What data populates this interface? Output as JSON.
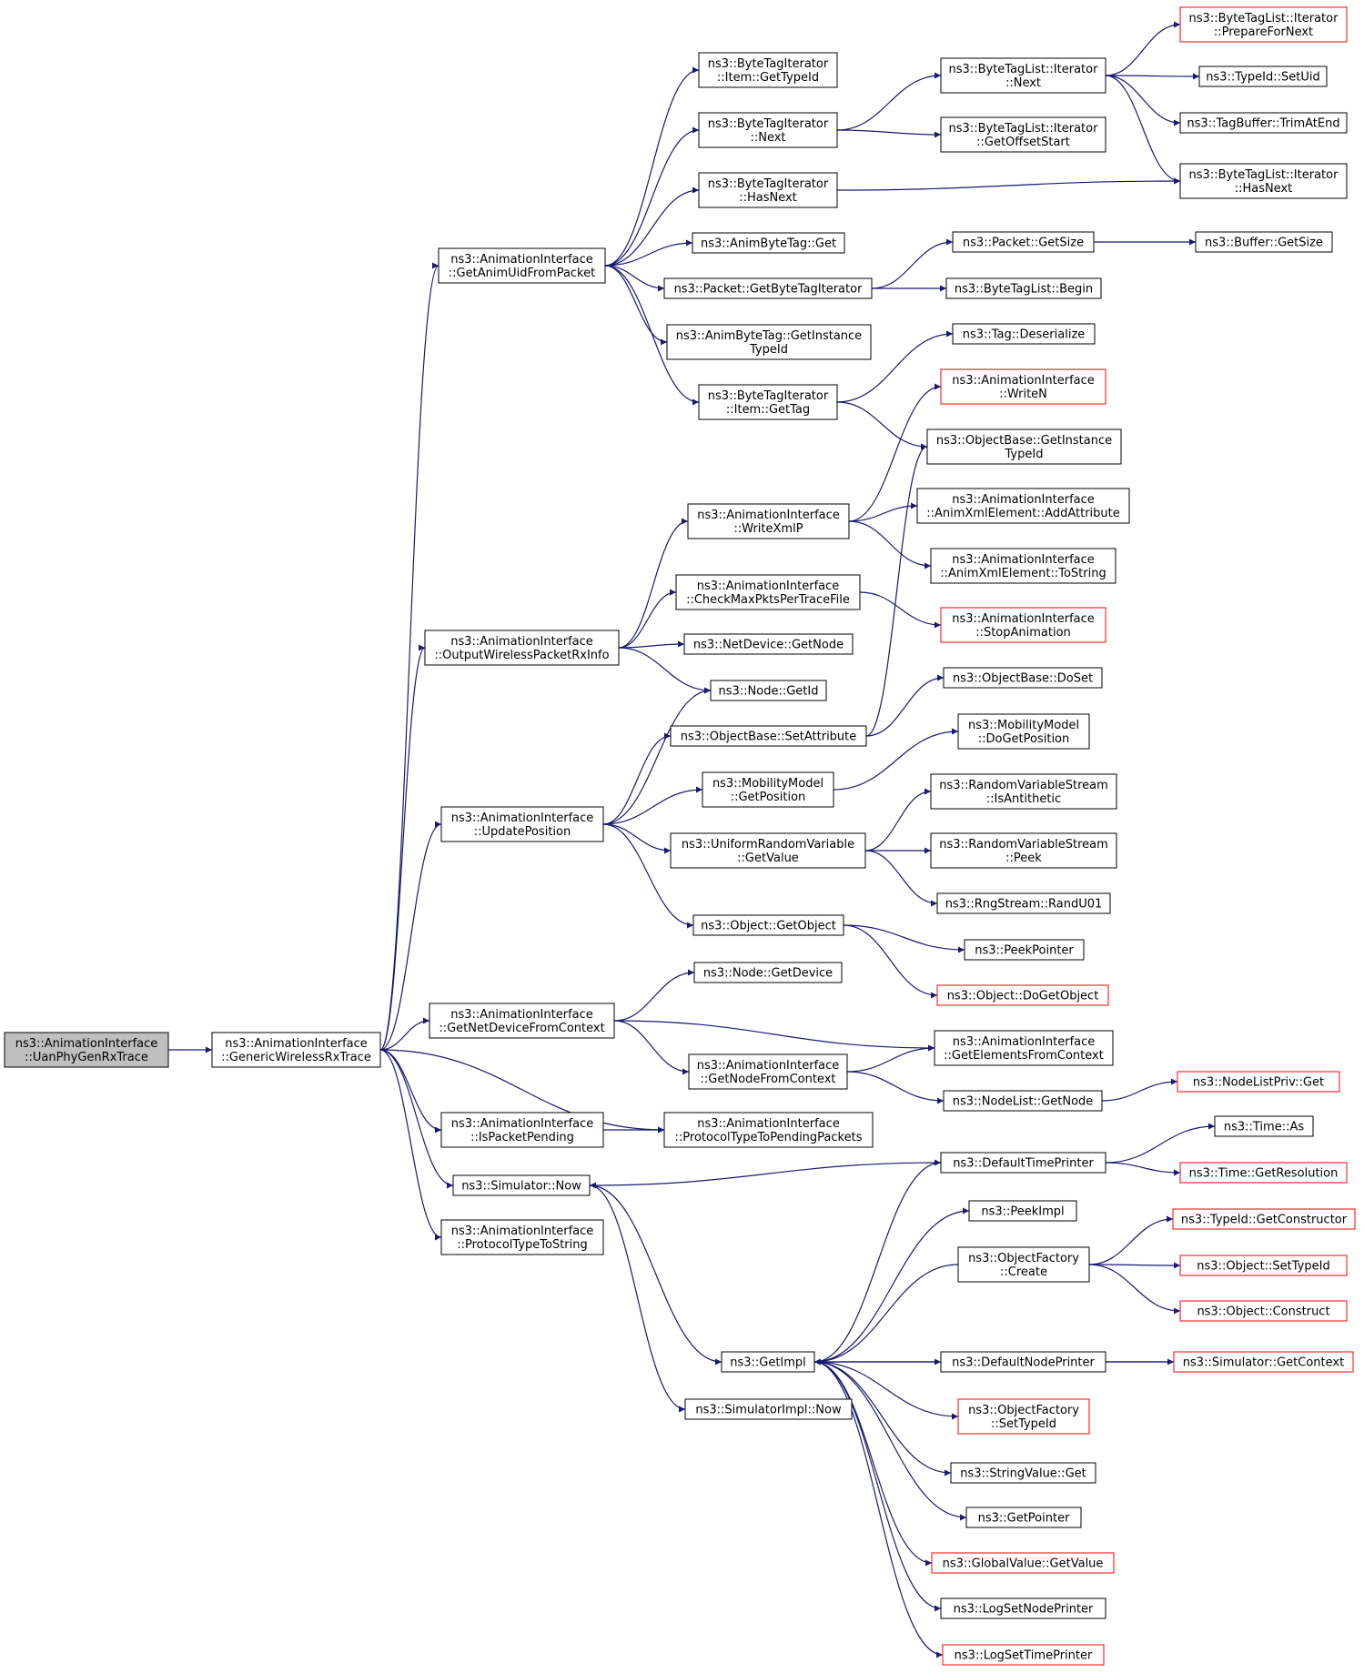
{
  "colors": {
    "edge": "#191970",
    "node_border": "#000000",
    "node_border_truncated": "#ff0000",
    "root_fill": "#bfbfbf",
    "node_fill": "#ffffff"
  },
  "nodes": [
    {
      "id": "uan",
      "lines": [
        "ns3::AnimationInterface",
        "::UanPhyGenRxTrace"
      ],
      "root": true
    },
    {
      "id": "gwr",
      "lines": [
        "ns3::AnimationInterface",
        "::GenericWirelessRxTrace"
      ]
    },
    {
      "id": "gau",
      "lines": [
        "ns3::AnimationInterface",
        "::GetAnimUidFromPacket"
      ]
    },
    {
      "id": "owp",
      "lines": [
        "ns3::AnimationInterface",
        "::OutputWirelessPacketRxInfo"
      ]
    },
    {
      "id": "upd",
      "lines": [
        "ns3::AnimationInterface",
        "::UpdatePosition"
      ]
    },
    {
      "id": "gnd",
      "lines": [
        "ns3::AnimationInterface",
        "::GetNetDeviceFromContext"
      ]
    },
    {
      "id": "ipp",
      "lines": [
        "ns3::AnimationInterface",
        "::IsPacketPending"
      ]
    },
    {
      "id": "snw",
      "lines": [
        "ns3::Simulator::Now"
      ]
    },
    {
      "id": "pts",
      "lines": [
        "ns3::AnimationInterface",
        "::ProtocolTypeToString"
      ]
    },
    {
      "id": "bti_git",
      "lines": [
        "ns3::ByteTagIterator",
        "::Item::GetTypeId"
      ]
    },
    {
      "id": "bti_nx",
      "lines": [
        "ns3::ByteTagIterator",
        "::Next"
      ]
    },
    {
      "id": "bti_hn",
      "lines": [
        "ns3::ByteTagIterator",
        "::HasNext"
      ]
    },
    {
      "id": "abt_get",
      "lines": [
        "ns3::AnimByteTag::Get"
      ]
    },
    {
      "id": "pk_gbti",
      "lines": [
        "ns3::Packet::GetByteTagIterator"
      ]
    },
    {
      "id": "abt_gitid",
      "lines": [
        "ns3::AnimByteTag::GetInstance",
        "TypeId"
      ]
    },
    {
      "id": "bti_gtag",
      "lines": [
        "ns3::ByteTagIterator",
        "::Item::GetTag"
      ]
    },
    {
      "id": "wxp",
      "lines": [
        "ns3::AnimationInterface",
        "::WriteXmlP"
      ]
    },
    {
      "id": "cmp",
      "lines": [
        "ns3::AnimationInterface",
        "::CheckMaxPktsPerTraceFile"
      ]
    },
    {
      "id": "nd_gn",
      "lines": [
        "ns3::NetDevice::GetNode"
      ]
    },
    {
      "id": "n_gid",
      "lines": [
        "ns3::Node::GetId"
      ]
    },
    {
      "id": "ob_sa",
      "lines": [
        "ns3::ObjectBase::SetAttribute"
      ]
    },
    {
      "id": "mm_gp",
      "lines": [
        "ns3::MobilityModel",
        "::GetPosition"
      ]
    },
    {
      "id": "urv_gv",
      "lines": [
        "ns3::UniformRandomVariable",
        "::GetValue"
      ]
    },
    {
      "id": "o_go",
      "lines": [
        "ns3::Object::GetObject"
      ]
    },
    {
      "id": "n_gd",
      "lines": [
        "ns3::Node::GetDevice"
      ]
    },
    {
      "id": "gnfc",
      "lines": [
        "ns3::AnimationInterface",
        "::GetNodeFromContext"
      ]
    },
    {
      "id": "ptpp",
      "lines": [
        "ns3::AnimationInterface",
        "::ProtocolTypeToPendingPackets"
      ]
    },
    {
      "id": "gimpl",
      "lines": [
        "ns3::GetImpl"
      ]
    },
    {
      "id": "si_now",
      "lines": [
        "ns3::SimulatorImpl::Now"
      ]
    },
    {
      "id": "btl_nx",
      "lines": [
        "ns3::ByteTagList::Iterator",
        "::Next"
      ]
    },
    {
      "id": "btl_gos",
      "lines": [
        "ns3::ByteTagList::Iterator",
        "::GetOffsetStart"
      ]
    },
    {
      "id": "pk_gs",
      "lines": [
        "ns3::Packet::GetSize"
      ]
    },
    {
      "id": "btl_b",
      "lines": [
        "ns3::ByteTagList::Begin"
      ]
    },
    {
      "id": "tag_des",
      "lines": [
        "ns3::Tag::Deserialize"
      ]
    },
    {
      "id": "ai_wn",
      "lines": [
        "ns3::AnimationInterface",
        "::WriteN"
      ],
      "truncated": true
    },
    {
      "id": "ob_git",
      "lines": [
        "ns3::ObjectBase::GetInstance",
        "TypeId"
      ]
    },
    {
      "id": "axe_aa",
      "lines": [
        "ns3::AnimationInterface",
        "::AnimXmlElement::AddAttribute"
      ]
    },
    {
      "id": "axe_ts",
      "lines": [
        "ns3::AnimationInterface",
        "::AnimXmlElement::ToString"
      ]
    },
    {
      "id": "ai_sa",
      "lines": [
        "ns3::AnimationInterface",
        "::StopAnimation"
      ],
      "truncated": true
    },
    {
      "id": "ob_ds",
      "lines": [
        "ns3::ObjectBase::DoSet"
      ]
    },
    {
      "id": "mm_dgp",
      "lines": [
        "ns3::MobilityModel",
        "::DoGetPosition"
      ]
    },
    {
      "id": "rvs_ia",
      "lines": [
        "ns3::RandomVariableStream",
        "::IsAntithetic"
      ]
    },
    {
      "id": "rvs_pk",
      "lines": [
        "ns3::RandomVariableStream",
        "::Peek"
      ]
    },
    {
      "id": "rng",
      "lines": [
        "ns3::RngStream::RandU01"
      ]
    },
    {
      "id": "pptr",
      "lines": [
        "ns3::PeekPointer"
      ]
    },
    {
      "id": "o_dgo",
      "lines": [
        "ns3::Object::DoGetObject"
      ],
      "truncated": true
    },
    {
      "id": "gefc",
      "lines": [
        "ns3::AnimationInterface",
        "::GetElementsFromContext"
      ]
    },
    {
      "id": "nl_gn",
      "lines": [
        "ns3::NodeList::GetNode"
      ]
    },
    {
      "id": "dtp",
      "lines": [
        "ns3::DefaultTimePrinter"
      ]
    },
    {
      "id": "peekimpl",
      "lines": [
        "ns3::PeekImpl"
      ]
    },
    {
      "id": "of_cr",
      "lines": [
        "ns3::ObjectFactory",
        "::Create"
      ]
    },
    {
      "id": "dnp",
      "lines": [
        "ns3::DefaultNodePrinter"
      ]
    },
    {
      "id": "of_sti",
      "lines": [
        "ns3::ObjectFactory",
        "::SetTypeId"
      ],
      "truncated": true
    },
    {
      "id": "sv_get",
      "lines": [
        "ns3::StringValue::Get"
      ]
    },
    {
      "id": "getptr",
      "lines": [
        "ns3::GetPointer"
      ]
    },
    {
      "id": "gv_gv",
      "lines": [
        "ns3::GlobalValue::GetValue"
      ],
      "truncated": true
    },
    {
      "id": "lsnp",
      "lines": [
        "ns3::LogSetNodePrinter"
      ]
    },
    {
      "id": "lstp",
      "lines": [
        "ns3::LogSetTimePrinter"
      ],
      "truncated": true
    },
    {
      "id": "btl_pfn",
      "lines": [
        "ns3::ByteTagList::Iterator",
        "::PrepareForNext"
      ],
      "truncated": true
    },
    {
      "id": "tid_su",
      "lines": [
        "ns3::TypeId::SetUid"
      ]
    },
    {
      "id": "tb_tae",
      "lines": [
        "ns3::TagBuffer::TrimAtEnd"
      ]
    },
    {
      "id": "btl_hn",
      "lines": [
        "ns3::ByteTagList::Iterator",
        "::HasNext"
      ]
    },
    {
      "id": "buf_gs",
      "lines": [
        "ns3::Buffer::GetSize"
      ]
    },
    {
      "id": "nlp_get",
      "lines": [
        "ns3::NodeListPriv::Get"
      ],
      "truncated": true
    },
    {
      "id": "t_as",
      "lines": [
        "ns3::Time::As"
      ]
    },
    {
      "id": "t_gr",
      "lines": [
        "ns3::Time::GetResolution"
      ],
      "truncated": true
    },
    {
      "id": "tid_gc",
      "lines": [
        "ns3::TypeId::GetConstructor"
      ],
      "truncated": true
    },
    {
      "id": "o_sti",
      "lines": [
        "ns3::Object::SetTypeId"
      ],
      "truncated": true
    },
    {
      "id": "o_con",
      "lines": [
        "ns3::Object::Construct"
      ],
      "truncated": true
    },
    {
      "id": "sim_gc",
      "lines": [
        "ns3::Simulator::GetContext"
      ],
      "truncated": true
    }
  ],
  "edges": [
    [
      "uan",
      "gwr"
    ],
    [
      "gwr",
      "gau"
    ],
    [
      "gwr",
      "owp"
    ],
    [
      "gwr",
      "upd"
    ],
    [
      "gwr",
      "gnd"
    ],
    [
      "gwr",
      "ipp"
    ],
    [
      "gwr",
      "snw"
    ],
    [
      "gwr",
      "pts"
    ],
    [
      "gwr",
      "ptpp"
    ],
    [
      "gau",
      "bti_git"
    ],
    [
      "gau",
      "bti_nx"
    ],
    [
      "gau",
      "bti_hn"
    ],
    [
      "gau",
      "abt_get"
    ],
    [
      "gau",
      "pk_gbti"
    ],
    [
      "gau",
      "abt_gitid"
    ],
    [
      "gau",
      "bti_gtag"
    ],
    [
      "bti_nx",
      "btl_nx"
    ],
    [
      "bti_nx",
      "btl_gos"
    ],
    [
      "bti_hn",
      "btl_hn"
    ],
    [
      "btl_nx",
      "btl_pfn"
    ],
    [
      "btl_nx",
      "tid_su"
    ],
    [
      "btl_nx",
      "tb_tae"
    ],
    [
      "btl_nx",
      "btl_hn"
    ],
    [
      "pk_gbti",
      "pk_gs"
    ],
    [
      "pk_gbti",
      "btl_b"
    ],
    [
      "pk_gs",
      "buf_gs"
    ],
    [
      "bti_gtag",
      "tag_des"
    ],
    [
      "bti_gtag",
      "ob_git"
    ],
    [
      "owp",
      "wxp"
    ],
    [
      "owp",
      "cmp"
    ],
    [
      "owp",
      "nd_gn"
    ],
    [
      "owp",
      "n_gid"
    ],
    [
      "wxp",
      "ai_wn"
    ],
    [
      "wxp",
      "axe_aa"
    ],
    [
      "wxp",
      "axe_ts"
    ],
    [
      "cmp",
      "ai_sa"
    ],
    [
      "upd",
      "n_gid"
    ],
    [
      "upd",
      "ob_sa"
    ],
    [
      "upd",
      "mm_gp"
    ],
    [
      "upd",
      "urv_gv"
    ],
    [
      "upd",
      "o_go"
    ],
    [
      "ob_sa",
      "ob_ds"
    ],
    [
      "ob_sa",
      "ob_git"
    ],
    [
      "mm_gp",
      "mm_dgp"
    ],
    [
      "urv_gv",
      "rvs_ia"
    ],
    [
      "urv_gv",
      "rvs_pk"
    ],
    [
      "urv_gv",
      "rng"
    ],
    [
      "o_go",
      "pptr"
    ],
    [
      "o_go",
      "o_dgo"
    ],
    [
      "gnd",
      "n_gd"
    ],
    [
      "gnd",
      "gefc"
    ],
    [
      "gnd",
      "gnfc"
    ],
    [
      "gnfc",
      "gefc"
    ],
    [
      "gnfc",
      "nl_gn"
    ],
    [
      "nl_gn",
      "nlp_get"
    ],
    [
      "ipp",
      "ptpp"
    ],
    [
      "snw",
      "gimpl"
    ],
    [
      "snw",
      "si_now"
    ],
    [
      "dtp",
      "snw"
    ],
    [
      "dtp",
      "t_as"
    ],
    [
      "dtp",
      "t_gr"
    ],
    [
      "gimpl",
      "dtp"
    ],
    [
      "gimpl",
      "peekimpl"
    ],
    [
      "gimpl",
      "dnp"
    ],
    [
      "gimpl",
      "of_sti"
    ],
    [
      "gimpl",
      "sv_get"
    ],
    [
      "gimpl",
      "getptr"
    ],
    [
      "gimpl",
      "gv_gv"
    ],
    [
      "gimpl",
      "lsnp"
    ],
    [
      "gimpl",
      "lstp"
    ],
    [
      "of_cr",
      "gimpl"
    ],
    [
      "of_cr",
      "tid_gc"
    ],
    [
      "of_cr",
      "o_sti"
    ],
    [
      "of_cr",
      "o_con"
    ],
    [
      "dnp",
      "sim_gc"
    ],
    [
      "sim_gc",
      "gimpl"
    ]
  ]
}
